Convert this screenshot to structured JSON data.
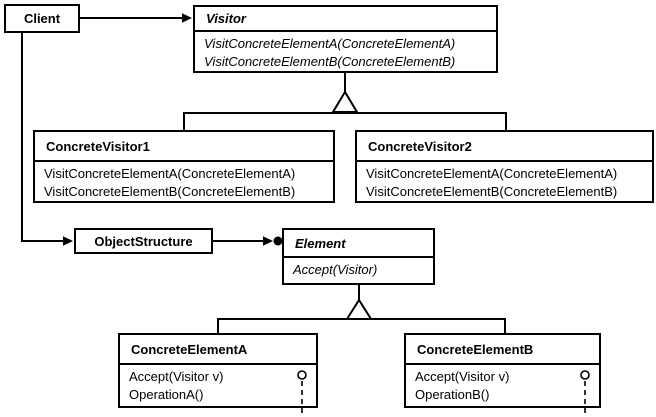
{
  "classes": {
    "client": {
      "name": "Client"
    },
    "visitor": {
      "name": "Visitor",
      "methods": [
        "VisitConcreteElementA(ConcreteElementA)",
        "VisitConcreteElementB(ConcreteElementB)"
      ]
    },
    "concrete_visitor_1": {
      "name": "ConcreteVisitor1",
      "methods": [
        "VisitConcreteElementA(ConcreteElementA)",
        "VisitConcreteElementB(ConcreteElementB)"
      ]
    },
    "concrete_visitor_2": {
      "name": "ConcreteVisitor2",
      "methods": [
        "VisitConcreteElementA(ConcreteElementA)",
        "VisitConcreteElementB(ConcreteElementB)"
      ]
    },
    "object_structure": {
      "name": "ObjectStructure"
    },
    "element": {
      "name": "Element",
      "methods": [
        "Accept(Visitor)"
      ]
    },
    "concrete_element_a": {
      "name": "ConcreteElementA",
      "methods": [
        "Accept(Visitor v)",
        "OperationA()"
      ]
    },
    "concrete_element_b": {
      "name": "ConcreteElementB",
      "methods": [
        "Accept(Visitor v)",
        "OperationB()"
      ]
    }
  },
  "colors": {
    "line": "#000000",
    "text": "#000000",
    "box_background": "#ffffff",
    "page_background": "#ffffff"
  }
}
